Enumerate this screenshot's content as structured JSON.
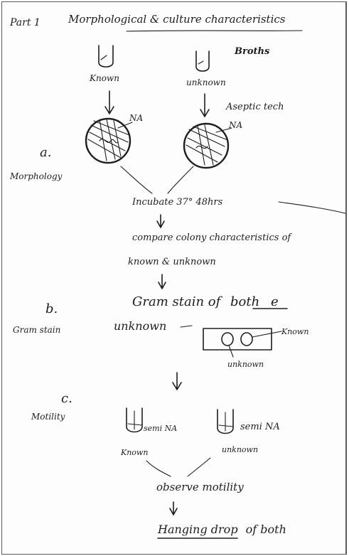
{
  "heading": {
    "part": "Part 1",
    "title": "Morphological & culture characteristics"
  },
  "top": {
    "broth": "Broths",
    "tube_known": "Known",
    "tube_unknown": "unknown",
    "aseptic": "Aseptic tech",
    "plate_left_label": "NA",
    "plate_right_label": "NA"
  },
  "section_a": {
    "letter": "a.",
    "name": "Morphology",
    "incubate": "Incubate 37° 48hrs",
    "compare_1": "compare colony characteristics of",
    "compare_2": "known & unknown"
  },
  "section_b": {
    "letter": "b.",
    "name": "Gram stain",
    "line_1_prefix": "Gram stain of",
    "line_1_underlined": "both",
    "line_1_suffix": "e",
    "line_2": "unknown",
    "slide_known": "Known",
    "slide_unknown": "unknown"
  },
  "section_c": {
    "letter": "c.",
    "name": "Motility",
    "tube_left_label": "semi NA",
    "tube_right_label": "semi NA",
    "tube_left_caption": "Known",
    "tube_right_caption": "unknown",
    "observe": "observe motility",
    "hanging_prefix": "Hanging drop",
    "hanging_suffix": "of both"
  }
}
